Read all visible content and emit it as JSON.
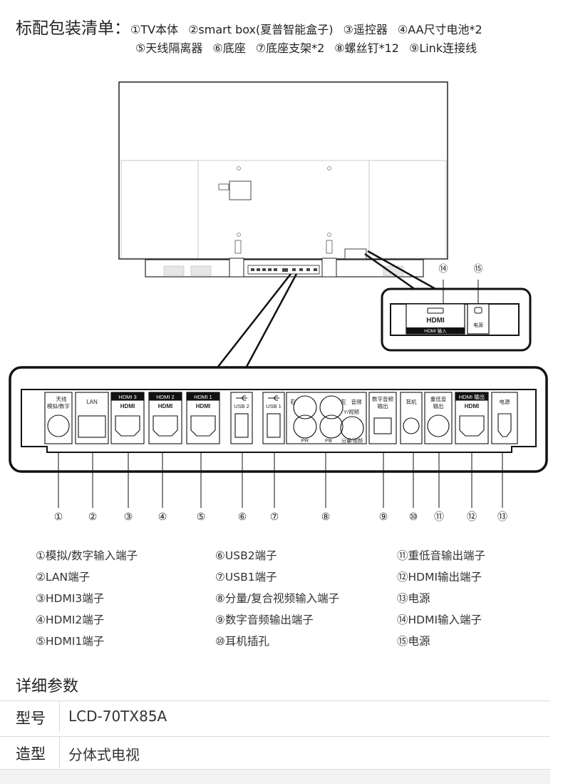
{
  "package": {
    "label": "标配包装清单：",
    "items_line1": [
      "①TV本体",
      "②smart box(夏普智能盒子)",
      "③遥控器",
      "④AA尺寸电池*2"
    ],
    "items_line2": [
      "⑤天线隔离器",
      "⑥底座",
      "⑦底座支架*2",
      "⑧螺丝钉*12",
      "⑨Link连接线"
    ]
  },
  "diagram": {
    "small_panel": {
      "callouts": [
        "⑭",
        "⑮"
      ],
      "hdmi_label": "HDMI 输入",
      "power_label": "电源"
    },
    "ports": [
      {
        "top": "天线",
        "sub": "模拟/数字"
      },
      {
        "top": "LAN"
      },
      {
        "top": "HDMI 3"
      },
      {
        "top": "HDMI 2"
      },
      {
        "top": "HDMI 1"
      },
      {
        "top": "USB 2"
      },
      {
        "top": "USB 1"
      },
      {
        "left": "右",
        "right": "左",
        "right2": "音频",
        "yv": "Y/视频",
        "pr": "PR",
        "pb": "PB",
        "fl": "分量/视频"
      },
      {
        "top": "数字音频",
        "sub": "输出"
      },
      {
        "top": "耳机"
      },
      {
        "top": "重低音",
        "sub": "输出"
      },
      {
        "top": "HDMI 输出"
      },
      {
        "top": "电源"
      }
    ],
    "callouts": [
      "①",
      "②",
      "③",
      "④",
      "⑤",
      "⑥",
      "⑦",
      "⑧",
      "⑨",
      "⑩",
      "⑪",
      "⑫",
      "⑬"
    ],
    "hdmi_logo": "HDMI"
  },
  "legend": {
    "col1": [
      "①模拟/数字输入端子",
      "②LAN端子",
      "③HDMI3端子",
      "④HDMI2端子",
      "⑤HDMI1端子"
    ],
    "col2": [
      "⑥USB2端子",
      "⑦USB1端子",
      "⑧分量/复合视频输入端子",
      "⑨数字音频输出端子",
      "⑩耳机插孔"
    ],
    "col3": [
      "⑪重低音输出端子",
      "⑫HDMI输出端子",
      "⑬电源",
      "⑭HDMI输入端子",
      "⑮电源"
    ]
  },
  "specs": {
    "title": "详细参数",
    "rows": [
      {
        "key": "型号",
        "value": "LCD-70TX85A"
      },
      {
        "key": "造型",
        "value": "分体式电视"
      }
    ]
  }
}
